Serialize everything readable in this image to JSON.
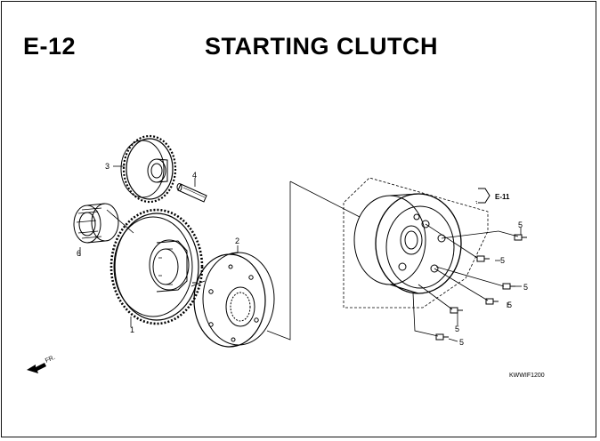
{
  "header": {
    "code": "E-12",
    "title": "STARTING CLUTCH"
  },
  "parts": {
    "p1": "1",
    "p2": "2",
    "p3": "3",
    "p4": "4",
    "p6": "6",
    "bolt_label": "5"
  },
  "reference": {
    "label": "E-11"
  },
  "front_marker": {
    "label": "FR."
  },
  "drawing_code": "KWWIF1200",
  "icons": {
    "front": "front-arrow-icon",
    "ref": "reference-arrow-icon"
  }
}
